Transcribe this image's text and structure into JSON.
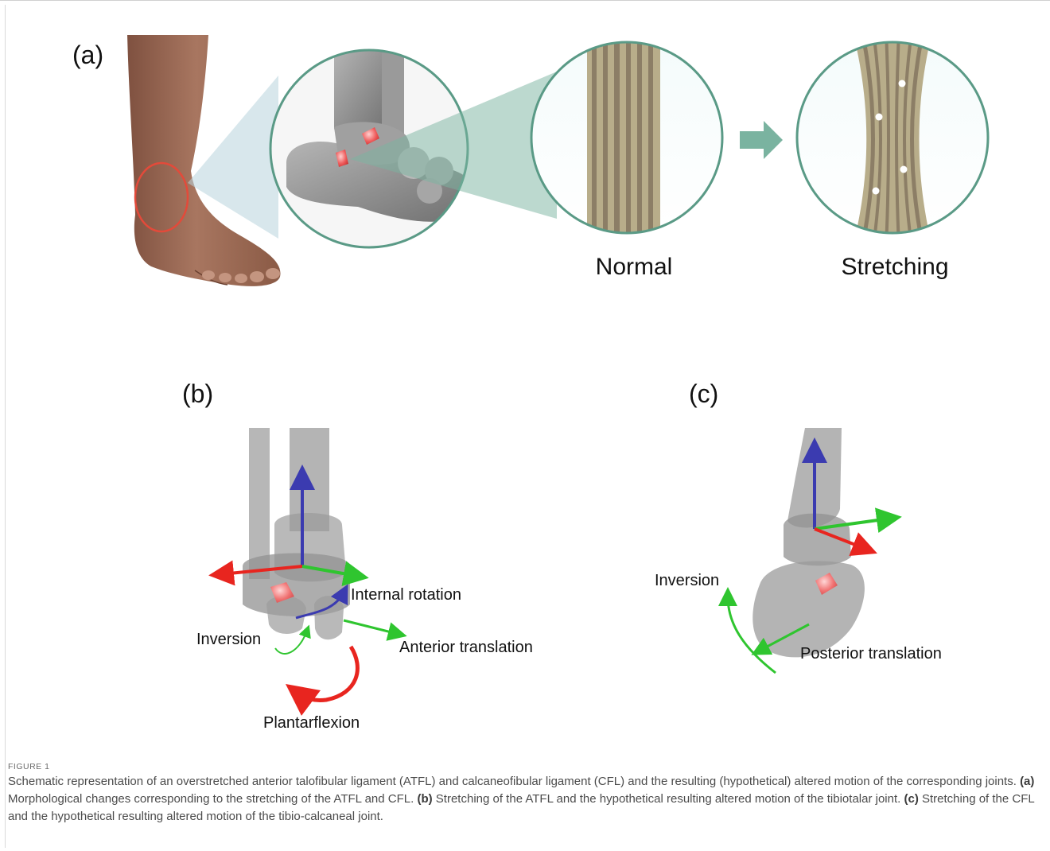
{
  "figure": {
    "panel_a_label": "(a)",
    "panel_b_label": "(b)",
    "panel_c_label": "(c)",
    "normal_label": "Normal",
    "stretching_label": "Stretching",
    "b_internal_rotation": "Internal rotation",
    "b_inversion": "Inversion",
    "b_anterior_translation": "Anterior translation",
    "b_plantarflexion": "Plantarflexion",
    "c_inversion": "Inversion",
    "c_posterior_translation": "Posterior translation",
    "colors": {
      "frame_teal": "#5a9a86",
      "arrow_teal": "#7ab3a0",
      "axis_red": "#e8251f",
      "axis_green": "#2fc52f",
      "axis_blue": "#3b3bb0",
      "skin": "#9a6a52",
      "bone": "#8f8f8f",
      "ligament": "#e05858",
      "fiber_tan": "#b8ad8a",
      "fiber_dark": "#8c7e66"
    }
  },
  "caption": {
    "figure_number": "FIGURE 1",
    "intro": "Schematic representation of an overstretched anterior talofibular ligament (ATFL) and calcaneofibular ligament (CFL) and the resulting (hypothetical) altered motion of the corresponding joints.",
    "a_tag": "(a)",
    "a_text": "Morphological changes corresponding to the stretching of the ATFL and CFL.",
    "b_tag": "(b)",
    "b_text": "Stretching of the ATFL and the hypothetical resulting altered motion of the tibiotalar joint.",
    "c_tag": "(c)",
    "c_text": "Stretching of the CFL and the hypothetical resulting altered motion of the tibio-calcaneal joint."
  }
}
